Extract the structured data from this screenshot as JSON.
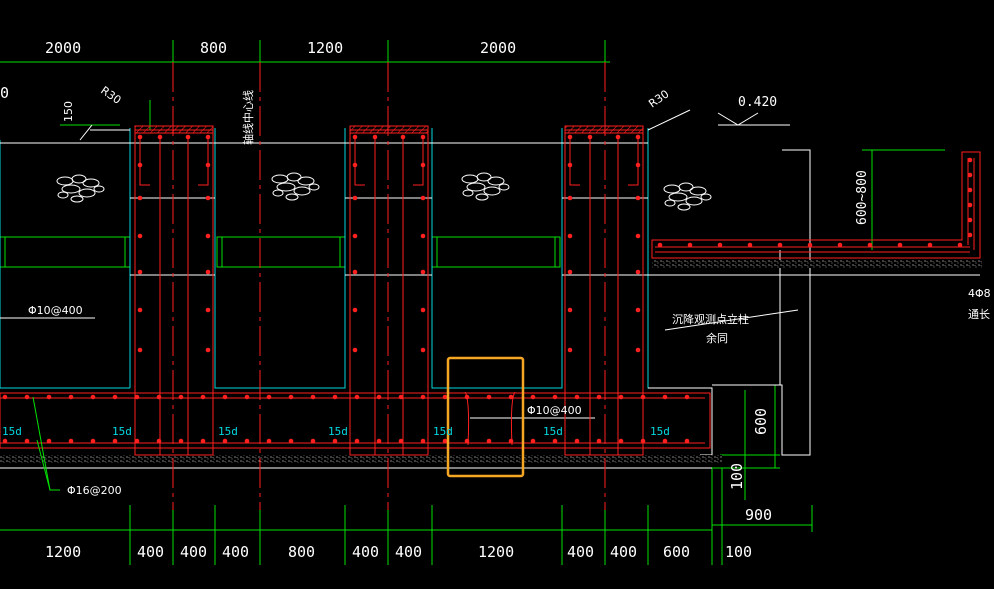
{
  "top_dims": [
    "2000",
    "800",
    "1200",
    "2000"
  ],
  "bottom_dims": [
    "1200",
    "400",
    "400",
    "400",
    "800",
    "400",
    "400",
    "1200",
    "400",
    "400",
    "600"
  ],
  "right_dims": {
    "d100_bottom": "100",
    "d100_vertical": "100",
    "d900": "900",
    "d600": "600",
    "d600_800": "600~800"
  },
  "labels": {
    "left_edge": "0",
    "r30_left": "R30",
    "r30_right": "R30",
    "d150": "150",
    "centerline": "轴线中心线",
    "elev": "0.420",
    "phi10_left": "Φ10@400",
    "phi10_mid": "Φ10@400",
    "phi16": "Φ16@200",
    "settlement_line1": "沉降观测点立柱",
    "settlement_line2": "余同",
    "rebar_4": "4Φ8",
    "through": "通长"
  },
  "cyan_labels": [
    "15d",
    "15d",
    "15d",
    "15d",
    "15d",
    "15d",
    "15d"
  ],
  "colors": {
    "background": "#000000",
    "white": "#ffffff",
    "red": "#ff2020",
    "green": "#00e000",
    "cyan": "#00d8e0",
    "highlight": "#f5a623"
  }
}
